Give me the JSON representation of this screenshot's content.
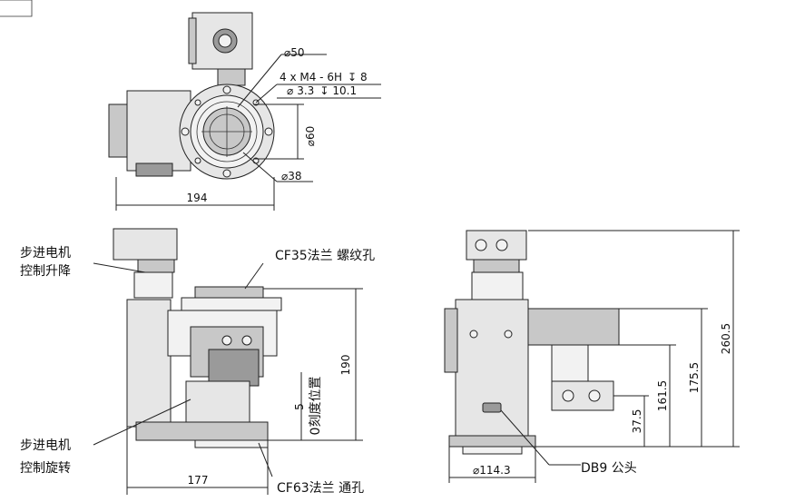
{
  "labels": {
    "stepper_lift_line1": "步进电机",
    "stepper_lift_line2": "控制升降",
    "stepper_rot_line1": "步进电机",
    "stepper_rot_line2": "控制旋转",
    "cf35": "CF35法兰 螺纹孔",
    "cf63": "CF63法兰 通孔",
    "db9": "DB9 公头",
    "zero_mark": "0刻度位置"
  },
  "dimensions": {
    "d50": "50",
    "thread_line1": "4 x  M4 - 6H",
    "thread_depth": "8",
    "d33": "3.3",
    "drill_depth": "10.1",
    "d60": "60",
    "d38": "38",
    "w194": "194",
    "w177": "177",
    "h190": "190",
    "h5": "5",
    "d1143": "114.3",
    "h375": "37.5",
    "h1615": "161.5",
    "h1755": "175.5",
    "h2605": "260.5"
  },
  "symbols": {
    "diameter": "⌀",
    "depth": "↧"
  }
}
